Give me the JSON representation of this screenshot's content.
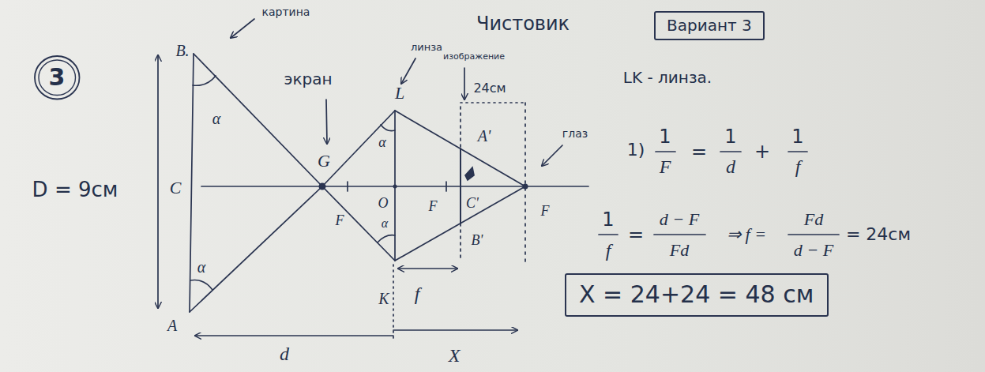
{
  "diagram": {
    "nodes": [
      {
        "text": [
          "3"
        ]
      },
      {
        "text": [
          "Вариант 3"
        ]
      },
      {
        "text": [
          "X = 24+24 = 48 см"
        ]
      }
    ],
    "labels": [
      "Чистовик",
      "картина",
      "B.",
      "экран",
      "линза",
      "изображение",
      "L",
      "24см",
      "LK - линза.",
      "глаз",
      "α",
      "D = 9см",
      "C",
      "G",
      "α",
      "A'",
      "F",
      "O",
      "F",
      "C'",
      "F",
      "α",
      "B'",
      "α",
      "A",
      "K",
      "f",
      "d",
      "X",
      "1)",
      "1",
      "F",
      "=",
      "1",
      "d",
      "+",
      "1",
      "f",
      "1",
      "f",
      "=",
      "d − F",
      "Fd",
      "⇒ f =",
      "Fd",
      "d − F",
      "= 24см"
    ]
  }
}
